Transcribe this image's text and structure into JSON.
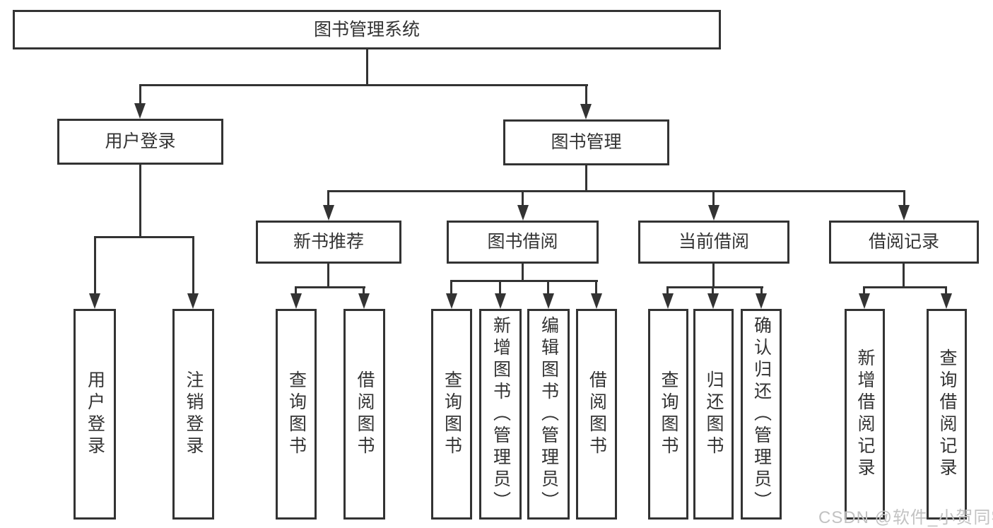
{
  "colors": {
    "line": "#333333",
    "text": "#333333",
    "bg": "#ffffff",
    "watermark": "#c2c2c2"
  },
  "root": {
    "label": "图书管理系统"
  },
  "level2": [
    {
      "label": "用户登录"
    },
    {
      "label": "图书管理"
    }
  ],
  "level3": [
    {
      "label": "新书推荐"
    },
    {
      "label": "图书借阅"
    },
    {
      "label": "当前借阅"
    },
    {
      "label": "借阅记录"
    }
  ],
  "leaves": {
    "user_login": [
      {
        "label": "用户登录"
      },
      {
        "label": "注销登录"
      }
    ],
    "new_book_recommend": [
      {
        "label": "查询图书"
      },
      {
        "label": "借阅图书"
      }
    ],
    "book_borrow": [
      {
        "label": "查询图书"
      },
      {
        "label": "新增图书（管理员）"
      },
      {
        "label": "编辑图书（管理员）"
      },
      {
        "label": "借阅图书"
      }
    ],
    "current_borrow": [
      {
        "label": "查询图书"
      },
      {
        "label": "归还图书"
      },
      {
        "label": "确认归还（管理员）"
      }
    ],
    "borrow_record": [
      {
        "label": "新增借阅记录"
      },
      {
        "label": "查询借阅记录"
      }
    ]
  },
  "watermark": {
    "label": "CSDN @软件_小贺同学"
  }
}
